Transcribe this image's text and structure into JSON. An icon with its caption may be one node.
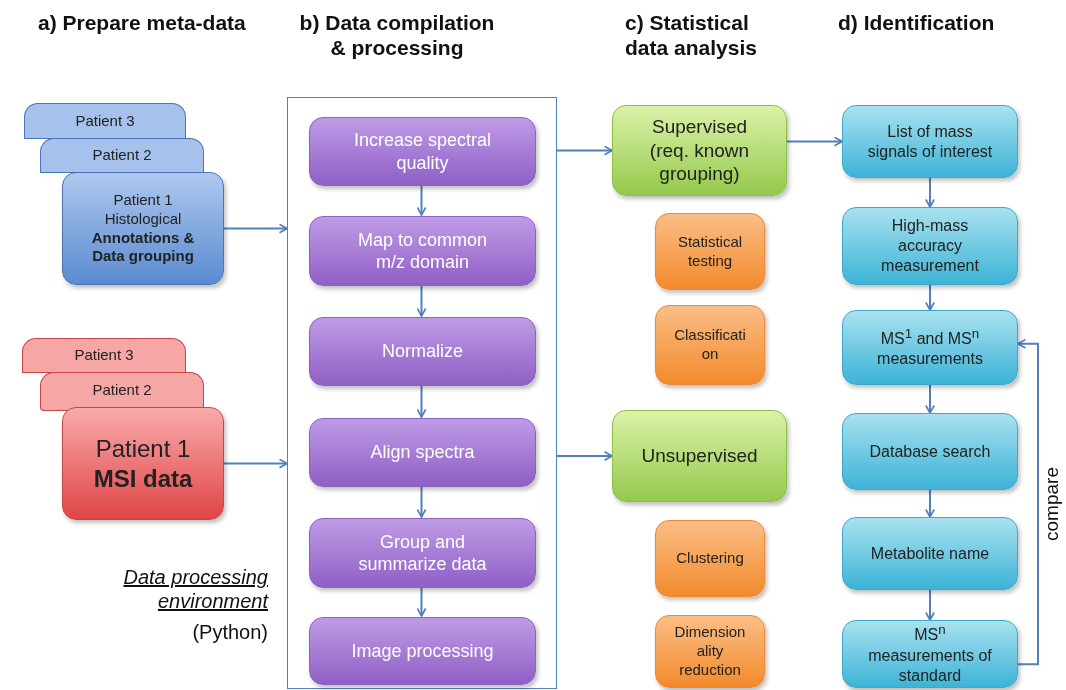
{
  "diagram": {
    "nodes": [
      {
        "text": [
          "Patient 3"
        ]
      },
      {
        "text": [
          "Patient 2"
        ]
      },
      {
        "text": [
          "Patient 1 Histological **Annotations & Data grouping**"
        ]
      },
      {
        "text": [
          "Patient 3"
        ]
      },
      {
        "text": [
          "Patient 2"
        ]
      },
      {
        "text": [
          "Patient 1 **MSI data**"
        ]
      },
      {
        "text": [],
        "shape": "box"
      },
      {
        "text": [
          "Increase spectral quality"
        ],
        "in": 6
      },
      {
        "text": [
          "Map to common m/z domain"
        ],
        "in": 6
      },
      {
        "text": [
          "Normalize"
        ],
        "in": 6
      },
      {
        "text": [
          "Align spectra"
        ],
        "in": 6
      },
      {
        "text": [
          "Group and summarize data"
        ],
        "in": 6
      },
      {
        "text": [
          "Image processing"
        ],
        "in": 6
      },
      {
        "text": [
          "Supervised (req. known grouping)"
        ]
      },
      {
        "text": [
          "Statistical testing"
        ]
      },
      {
        "text": [
          "Classificati on"
        ]
      },
      {
        "text": [
          "Unsupervised"
        ]
      },
      {
        "text": [
          "Clustering"
        ]
      },
      {
        "text": [
          "Dimension ality reduction"
        ]
      },
      {
        "text": [
          "List of mass signals of interest"
        ]
      },
      {
        "text": [
          "High-mass accuracy measurement"
        ]
      },
      {
        "text": [
          "MS$^{1}$ and MS$^{n}$ measurements"
        ]
      },
      {
        "text": [
          "Database search"
        ]
      },
      {
        "text": [
          "Metabolite name"
        ]
      },
      {
        "text": [
          "MS$^{n}$ measurements of standard"
        ]
      }
    ],
    "edges": [
      {
        "from": 2,
        "to": 6,
        "arrow": "to"
      },
      {
        "from": 5,
        "to": 6,
        "arrow": "to"
      },
      {
        "from": 7,
        "to": 8,
        "arrow": "to"
      },
      {
        "from": 8,
        "to": 9,
        "arrow": "to"
      },
      {
        "from": 9,
        "to": 10,
        "arrow": "to"
      },
      {
        "from": 10,
        "to": 11,
        "arrow": "to"
      },
      {
        "from": 11,
        "to": 12,
        "arrow": "to"
      },
      {
        "from": 6,
        "to": 13,
        "arrow": "to"
      },
      {
        "from": 6,
        "to": 16,
        "arrow": "to"
      },
      {
        "from": 13,
        "to": 19,
        "arrow": "to"
      },
      {
        "from": 19,
        "to": 20,
        "arrow": "to"
      },
      {
        "from": 20,
        "to": 21,
        "arrow": "to"
      },
      {
        "from": 21,
        "to": 22,
        "arrow": "to"
      },
      {
        "from": 22,
        "to": 23,
        "arrow": "to"
      },
      {
        "from": 23,
        "to": 24,
        "arrow": "to"
      },
      {
        "from": 24,
        "to": 21,
        "arrow": "to",
        "label": "compare"
      }
    ],
    "labels": [
      "a) Prepare meta-data",
      "b) Data compilation & processing",
      "c) Statistical data analysis",
      "d) Identification",
      "Data processing environment",
      "(Python)"
    ]
  }
}
